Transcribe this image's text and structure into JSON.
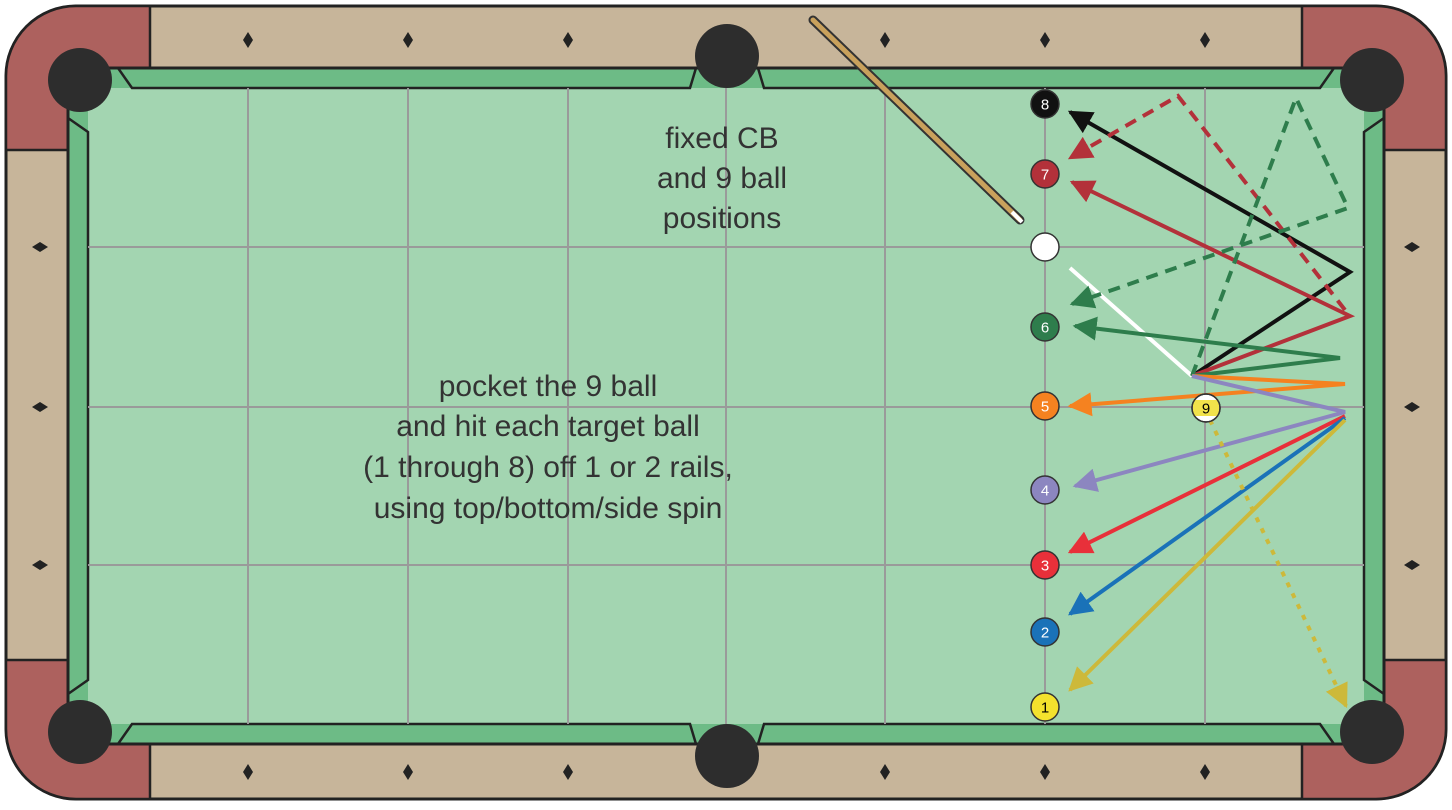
{
  "diagram": {
    "notes": {
      "fixed": [
        "fixed CB",
        "and 9 ball",
        "positions"
      ],
      "instructions": [
        "pocket the 9 ball",
        "and hit each target ball",
        "(1 through 8) off 1 or 2 rails,",
        "using top/bottom/side spin"
      ]
    },
    "balls": [
      {
        "name": "ball-8",
        "number": "8",
        "color": "#111111",
        "text_color": "#ffffff"
      },
      {
        "name": "ball-7",
        "number": "7",
        "color": "#b3313a",
        "text_color": "#ffffff"
      },
      {
        "name": "cue-ball",
        "number": "",
        "color": "#ffffff",
        "text_color": "#000000"
      },
      {
        "name": "ball-6",
        "number": "6",
        "color": "#2e7d4c",
        "text_color": "#ffffff"
      },
      {
        "name": "ball-5",
        "number": "5",
        "color": "#f58220",
        "text_color": "#ffffff"
      },
      {
        "name": "ball-9",
        "number": "9",
        "color": "#f1e24b",
        "text_color": "#000000",
        "striped": true
      },
      {
        "name": "ball-4",
        "number": "4",
        "color": "#8c86c0",
        "text_color": "#ffffff"
      },
      {
        "name": "ball-3",
        "number": "3",
        "color": "#e8303a",
        "text_color": "#ffffff"
      },
      {
        "name": "ball-2",
        "number": "2",
        "color": "#1a72b8",
        "text_color": "#ffffff"
      },
      {
        "name": "ball-1",
        "number": "1",
        "color": "#f4e22d",
        "text_color": "#000000"
      }
    ],
    "colors": {
      "felt": "#a3d5b1",
      "cushion": "#6dbb86",
      "rail_wood": "#c7b59a",
      "corner": "#ad615e",
      "pocket": "#2d2d2d",
      "grid": "#9a9a9a"
    }
  }
}
